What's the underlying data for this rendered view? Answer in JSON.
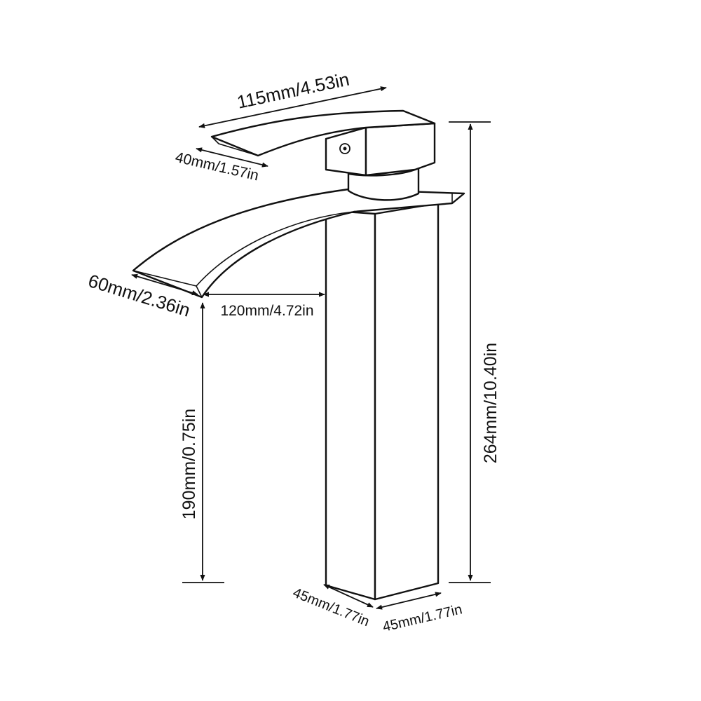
{
  "dimensions": {
    "handle_length": "115mm/4.53in",
    "handle_width": "40mm/1.57in",
    "spout_width": "60mm/2.36in",
    "spout_reach": "120mm/4.72in",
    "spout_height": "190mm/0.75in",
    "total_height": "264mm/10.40in",
    "base_depth": "45mm/1.77in",
    "base_width": "45mm/1.77in"
  }
}
